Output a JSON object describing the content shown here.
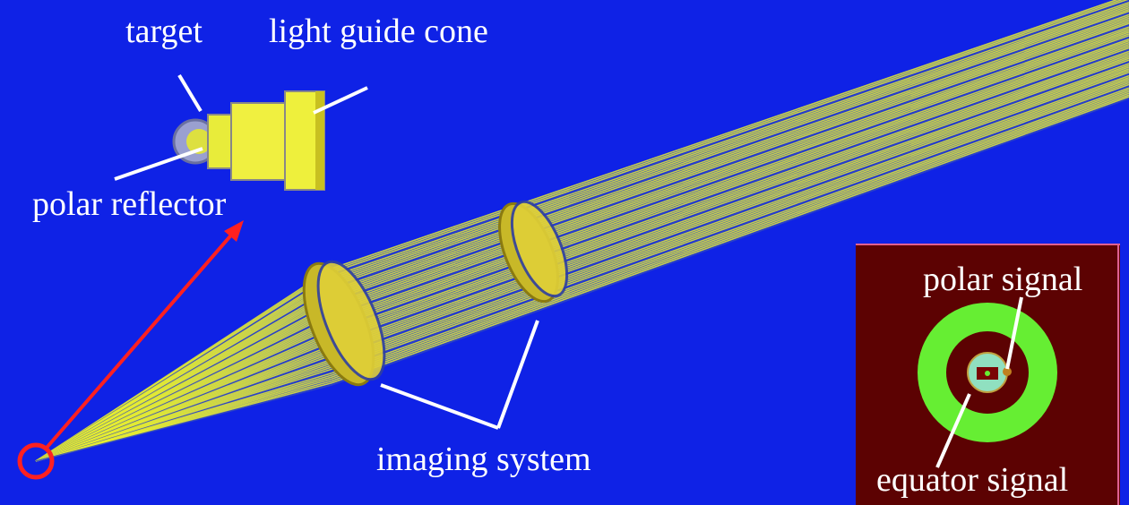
{
  "labels": {
    "target": "target",
    "light_guide_cone": "light guide cone",
    "polar_reflector": "polar reflector",
    "imaging_system": "imaging system",
    "polar_signal": "polar signal",
    "equator_signal": "equator signal"
  },
  "colors": {
    "background": "#0f22e6",
    "rays": "#e8ee30",
    "lens": "#d8c830",
    "inset_background": "#5c0202",
    "ring": "#66ee33",
    "marker": "#ff2020"
  }
}
